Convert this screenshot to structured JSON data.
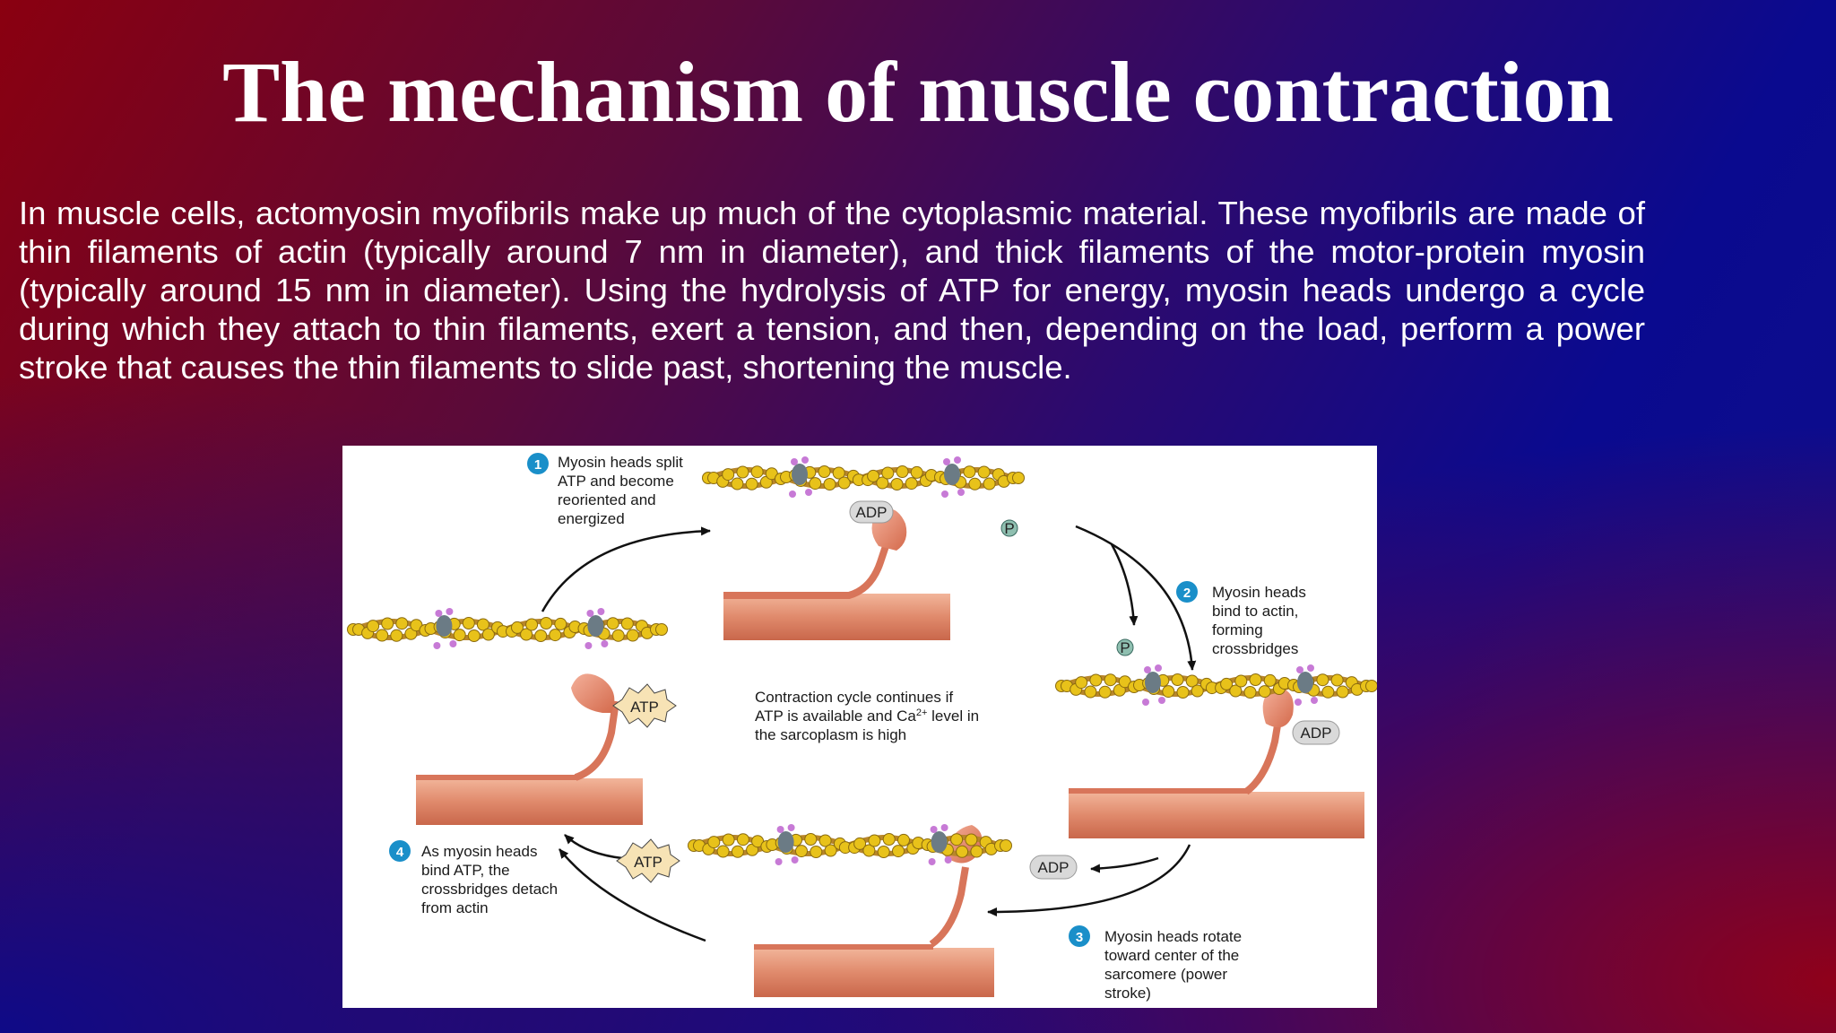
{
  "slide": {
    "title": "The mechanism of muscle contraction",
    "body": "In muscle cells, actomyosin myofibrils make up much of the cytoplasmic material. These myofibrils are made of thin filaments of actin (typically around 7 nm in diameter), and thick filaments of the motor-protein myosin (typically around 15 nm in diameter). Using the hydrolysis of ATP for energy, myosin heads undergo a cycle during which they attach to thin filaments, exert a tension, and then, depending on the load, perform a power stroke that causes the thin filaments to slide past, shortening the muscle."
  },
  "figure": {
    "steps": [
      {
        "number": "1",
        "lines": [
          "Myosin heads split",
          "ATP and become",
          "reoriented and",
          "energized"
        ]
      },
      {
        "number": "2",
        "lines": [
          "Myosin heads",
          "bind to actin,",
          "forming",
          "crossbridges"
        ]
      },
      {
        "number": "3",
        "lines": [
          "Myosin heads rotate",
          "toward center of the",
          "sarcomere (power",
          "stroke)"
        ]
      },
      {
        "number": "4",
        "lines": [
          "As myosin heads",
          "bind ATP, the",
          "crossbridges detach",
          "from actin"
        ]
      }
    ],
    "center_note": {
      "line1": "Contraction cycle continues if",
      "line2_pre": "ATP is available and Ca",
      "line2_sup": "2+",
      "line2_post": " level in",
      "line3": "the sarcoplasm is high"
    },
    "molecules": {
      "adp": "ADP",
      "atp": "ATP",
      "phosphate": "P"
    },
    "colors": {
      "actin_bead": "#e8c21a",
      "actin_strand": "#b8862a",
      "myosin": "#e07a5a",
      "step_badge": "#1a8fc9",
      "tropomyosin_pink": "#c77ad6"
    }
  }
}
